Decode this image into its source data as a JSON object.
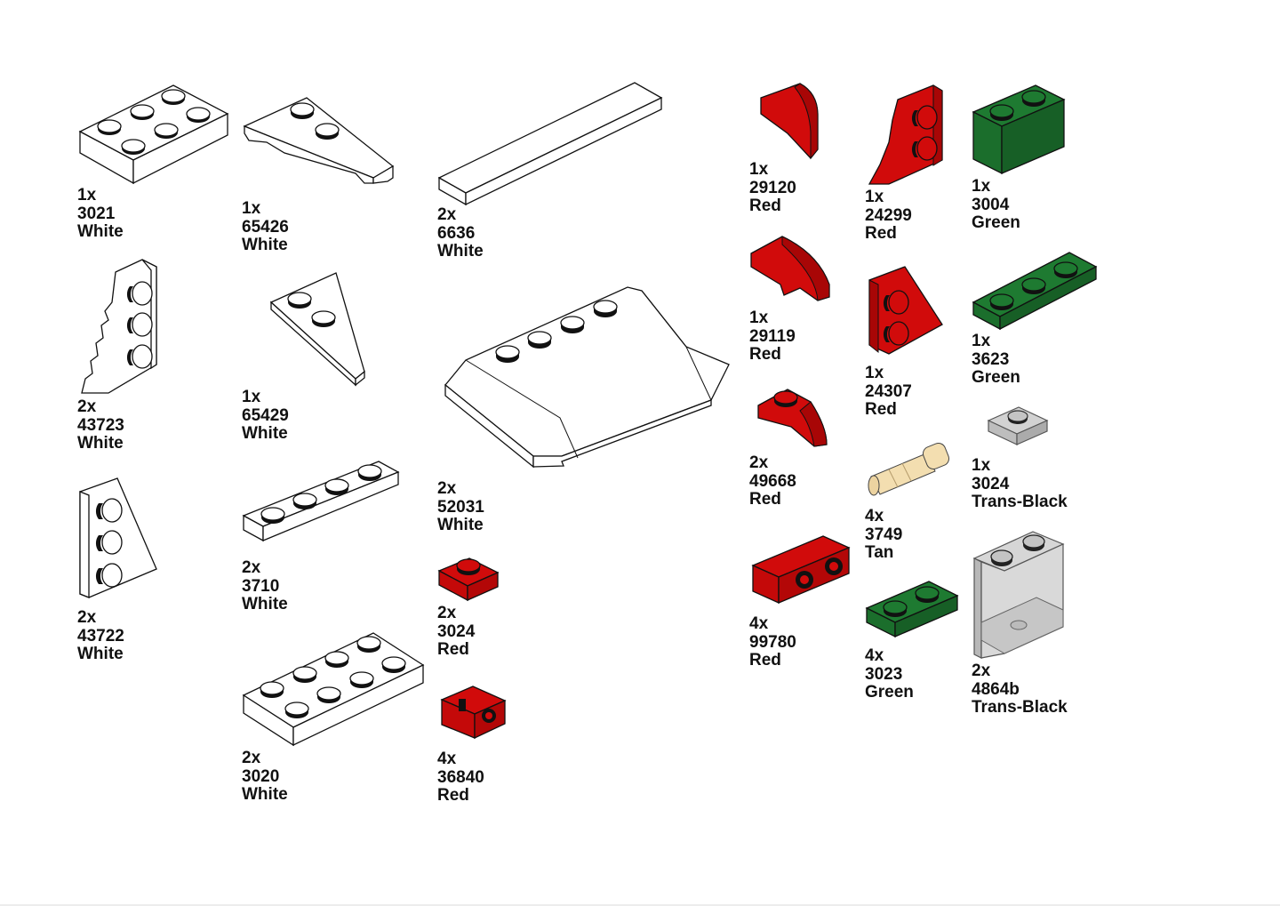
{
  "colors": {
    "White": "#ffffff",
    "Red": "#d10b0b",
    "Green": "#1e7a31",
    "Tan": "#f3deb0",
    "Trans-Black": "#c8c8c8",
    "outline": "#111111"
  },
  "parts": [
    {
      "id": "p3021",
      "qty": "1x",
      "number": "3021",
      "color": "White"
    },
    {
      "id": "p65426",
      "qty": "1x",
      "number": "65426",
      "color": "White"
    },
    {
      "id": "p6636",
      "qty": "2x",
      "number": "6636",
      "color": "White"
    },
    {
      "id": "p43723",
      "qty": "2x",
      "number": "43723",
      "color": "White"
    },
    {
      "id": "p65429",
      "qty": "1x",
      "number": "65429",
      "color": "White"
    },
    {
      "id": "p52031",
      "qty": "2x",
      "number": "52031",
      "color": "White"
    },
    {
      "id": "p3710",
      "qty": "2x",
      "number": "3710",
      "color": "White"
    },
    {
      "id": "p43722",
      "qty": "2x",
      "number": "43722",
      "color": "White"
    },
    {
      "id": "p3024r",
      "qty": "2x",
      "number": "3024",
      "color": "Red"
    },
    {
      "id": "p3020",
      "qty": "2x",
      "number": "3020",
      "color": "White"
    },
    {
      "id": "p36840",
      "qty": "4x",
      "number": "36840",
      "color": "Red"
    },
    {
      "id": "p29120",
      "qty": "1x",
      "number": "29120",
      "color": "Red"
    },
    {
      "id": "p24299",
      "qty": "1x",
      "number": "24299",
      "color": "Red"
    },
    {
      "id": "p3004",
      "qty": "1x",
      "number": "3004",
      "color": "Green"
    },
    {
      "id": "p29119",
      "qty": "1x",
      "number": "29119",
      "color": "Red"
    },
    {
      "id": "p24307",
      "qty": "1x",
      "number": "24307",
      "color": "Red"
    },
    {
      "id": "p3623",
      "qty": "1x",
      "number": "3623",
      "color": "Green"
    },
    {
      "id": "p49668",
      "qty": "2x",
      "number": "49668",
      "color": "Red"
    },
    {
      "id": "p3749",
      "qty": "4x",
      "number": "3749",
      "color": "Tan"
    },
    {
      "id": "p3024tb",
      "qty": "1x",
      "number": "3024",
      "color": "Trans-Black"
    },
    {
      "id": "p99780",
      "qty": "4x",
      "number": "99780",
      "color": "Red"
    },
    {
      "id": "p3023",
      "qty": "4x",
      "number": "3023",
      "color": "Green"
    },
    {
      "id": "p4864b",
      "qty": "2x",
      "number": "4864b",
      "color": "Trans-Black"
    }
  ]
}
